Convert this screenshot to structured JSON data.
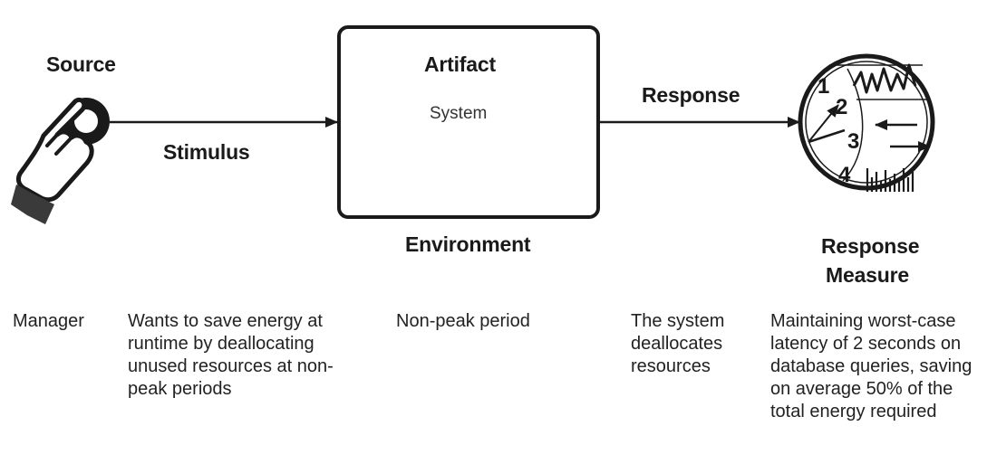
{
  "diagram": {
    "source": {
      "title": "Source",
      "value": "Manager"
    },
    "stimulus": {
      "title": "Stimulus",
      "value": "Wants to save energy at runtime by deallocating unused resources at non-peak periods"
    },
    "artifact": {
      "title": "Artifact",
      "value": "System"
    },
    "environment": {
      "title": "Environment",
      "value": "Non-peak period"
    },
    "response": {
      "title": "Response",
      "value": "The system deallocates resources"
    },
    "response_measure": {
      "title_line1": "Response",
      "title_line2": "Measure",
      "value": "Maintaining worst-case latency of 2 seconds on database queries, saving on average 50% of the total energy required",
      "dial_numbers": [
        "1",
        "2",
        "3",
        "4"
      ]
    }
  },
  "icons": {
    "source": "pointing-hand-icon",
    "response_measure": "measurement-gauge-icon"
  },
  "colors": {
    "stroke": "#1a1a1a",
    "background": "#ffffff"
  }
}
